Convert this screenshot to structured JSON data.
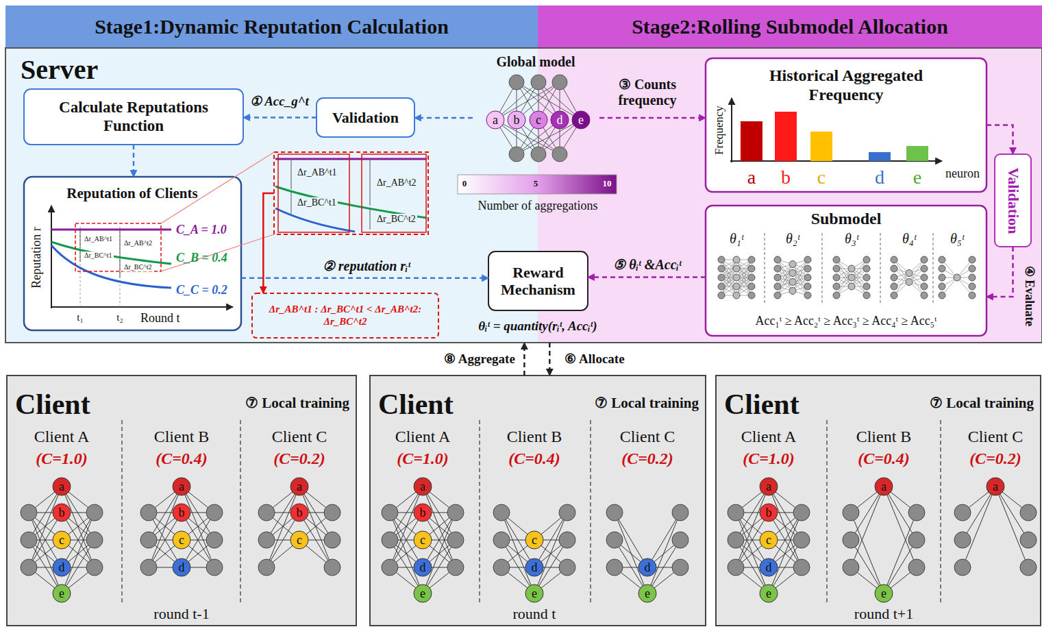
{
  "diagram": {
    "nodes": [
      {
        "text": [
          "Stage1:Dynamic Reputation Calculation"
        ]
      },
      {
        "text": [
          "Stage2:Rolling Submodel Allocation"
        ]
      },
      {
        "text": [
          "Server"
        ]
      },
      {
        "text": [
          "Calculate Reputations Function"
        ],
        "in": 2
      },
      {
        "text": [
          "Validation"
        ],
        "in": 2
      },
      {
        "text": [
          "Global model"
        ],
        "in": 2
      },
      {
        "text": [
          "a"
        ],
        "in": 5
      },
      {
        "text": [
          "b"
        ],
        "in": 5
      },
      {
        "text": [
          "c"
        ],
        "in": 5
      },
      {
        "text": [
          "d"
        ],
        "in": 5
      },
      {
        "text": [
          "e"
        ],
        "in": 5
      },
      {
        "text": [
          "Historical Aggregated Frequency",
          "Frequency",
          "neuron",
          "a",
          "b",
          "c",
          "d",
          "e"
        ],
        "in": 2
      },
      {
        "text": [
          "Reputation of Clients",
          "Reputation r",
          "Round t",
          "t₁",
          "t₂",
          "C_A = 1.0",
          "C_B = 0.4",
          "C_C = 0.2",
          "Δr_AB^t1",
          "Δr_BC^t1",
          "Δr_AB^t2",
          "Δr_BC^t2"
        ],
        "in": 2
      },
      {
        "text": [
          "Δr_AB^t1",
          "Δr_BC^t1",
          "Δr_AB^t2",
          "Δr_BC^t2"
        ],
        "in": 2
      },
      {
        "text": [
          "Δr_AB^t1 : Δr_BC^t1 < Δr_AB^t2: Δr_BC^t2"
        ],
        "in": 2
      },
      {
        "text": [
          "Reward Mechanism"
        ],
        "in": 2
      },
      {
        "text": [
          "Validation"
        ],
        "in": 2
      },
      {
        "text": [
          "Submodel",
          "θ₁ᵗ",
          "θ₂ᵗ",
          "θ₃ᵗ",
          "θ₄ᵗ",
          "θ₅ᵗ",
          "Acc₁ᵗ ≥ Acc₂ᵗ ≥ Acc₃ᵗ ≥ Acc₄ᵗ ≥ Acc₅ᵗ"
        ],
        "in": 2
      },
      {
        "text": [
          "Client",
          "⑦ Local training",
          "Client A",
          "(C=1.0)",
          "Client B",
          "(C=0.4)",
          "Client C",
          "(C=0.2)",
          "round t-1"
        ]
      },
      {
        "text": [
          "a"
        ],
        "in": 18
      },
      {
        "text": [
          "b"
        ],
        "in": 18
      },
      {
        "text": [
          "c"
        ],
        "in": 18
      },
      {
        "text": [
          "d"
        ],
        "in": 18
      },
      {
        "text": [
          "e"
        ],
        "in": 18
      },
      {
        "text": [
          "a"
        ],
        "in": 18
      },
      {
        "text": [
          "b"
        ],
        "in": 18
      },
      {
        "text": [
          "c"
        ],
        "in": 18
      },
      {
        "text": [
          "d"
        ],
        "in": 18
      },
      {
        "text": [
          "a"
        ],
        "in": 18
      },
      {
        "text": [
          "b"
        ],
        "in": 18
      },
      {
        "text": [
          "c"
        ],
        "in": 18
      },
      {
        "text": [
          "Client",
          "⑦ Local training",
          "Client A",
          "(C=1.0)",
          "Client B",
          "(C=0.4)",
          "Client C",
          "(C=0.2)",
          "round t"
        ]
      },
      {
        "text": [
          "a"
        ],
        "in": 31
      },
      {
        "text": [
          "b"
        ],
        "in": 31
      },
      {
        "text": [
          "c"
        ],
        "in": 31
      },
      {
        "text": [
          "d"
        ],
        "in": 31
      },
      {
        "text": [
          "e"
        ],
        "in": 31
      },
      {
        "text": [
          "c"
        ],
        "in": 31
      },
      {
        "text": [
          "d"
        ],
        "in": 31
      },
      {
        "text": [
          "e"
        ],
        "in": 31
      },
      {
        "text": [
          "d"
        ],
        "in": 31
      },
      {
        "text": [
          "e"
        ],
        "in": 31
      },
      {
        "text": [
          "Client",
          "⑦ Local training",
          "Client A",
          "(C=1.0)",
          "Client B",
          "(C=0.4)",
          "Client C",
          "(C=0.2)",
          "round t+1"
        ]
      },
      {
        "text": [
          "a"
        ],
        "in": 42
      },
      {
        "text": [
          "b"
        ],
        "in": 42
      },
      {
        "text": [
          "c"
        ],
        "in": 42
      },
      {
        "text": [
          "d"
        ],
        "in": 42
      },
      {
        "text": [
          "e"
        ],
        "in": 42
      },
      {
        "text": [
          "a"
        ],
        "in": 42
      },
      {
        "text": [
          "e"
        ],
        "in": 42
      },
      {
        "text": [
          "a"
        ],
        "in": 42
      }
    ],
    "edges": [
      {
        "from": 4,
        "to": 3,
        "label": "① Acc_g^t",
        "arrow": "to"
      },
      {
        "from": 5,
        "to": 4,
        "arrow": "to"
      },
      {
        "from": 3,
        "to": 12,
        "arrow": "to"
      },
      {
        "from": 5,
        "to": 11,
        "label": "③ Counts frequency",
        "arrow": "to"
      },
      {
        "from": 11,
        "to": 16,
        "arrow": "to"
      },
      {
        "from": 16,
        "to": 17,
        "arrow": "to"
      },
      {
        "from": 12,
        "to": 15,
        "label": "② reputation rᵢᵗ",
        "arrow": "to"
      },
      {
        "from": 17,
        "to": 15,
        "label": "⑤ θᵢᵗ &Accᵢᵗ",
        "arrow": "to"
      },
      {
        "from": 13,
        "to": 14,
        "arrow": "to"
      },
      {
        "from": 31,
        "to": 2,
        "label": "⑧ Aggregate",
        "arrow": "to"
      },
      {
        "from": 2,
        "to": 31,
        "label": "⑥ Allocate",
        "arrow": "to"
      }
    ],
    "labels": [
      "0",
      "5",
      "10",
      "Number of aggregations",
      "θᵢᵗ = quantity(rᵢᵗ, Accᵢᵗ)",
      "④ Evaluate"
    ]
  }
}
